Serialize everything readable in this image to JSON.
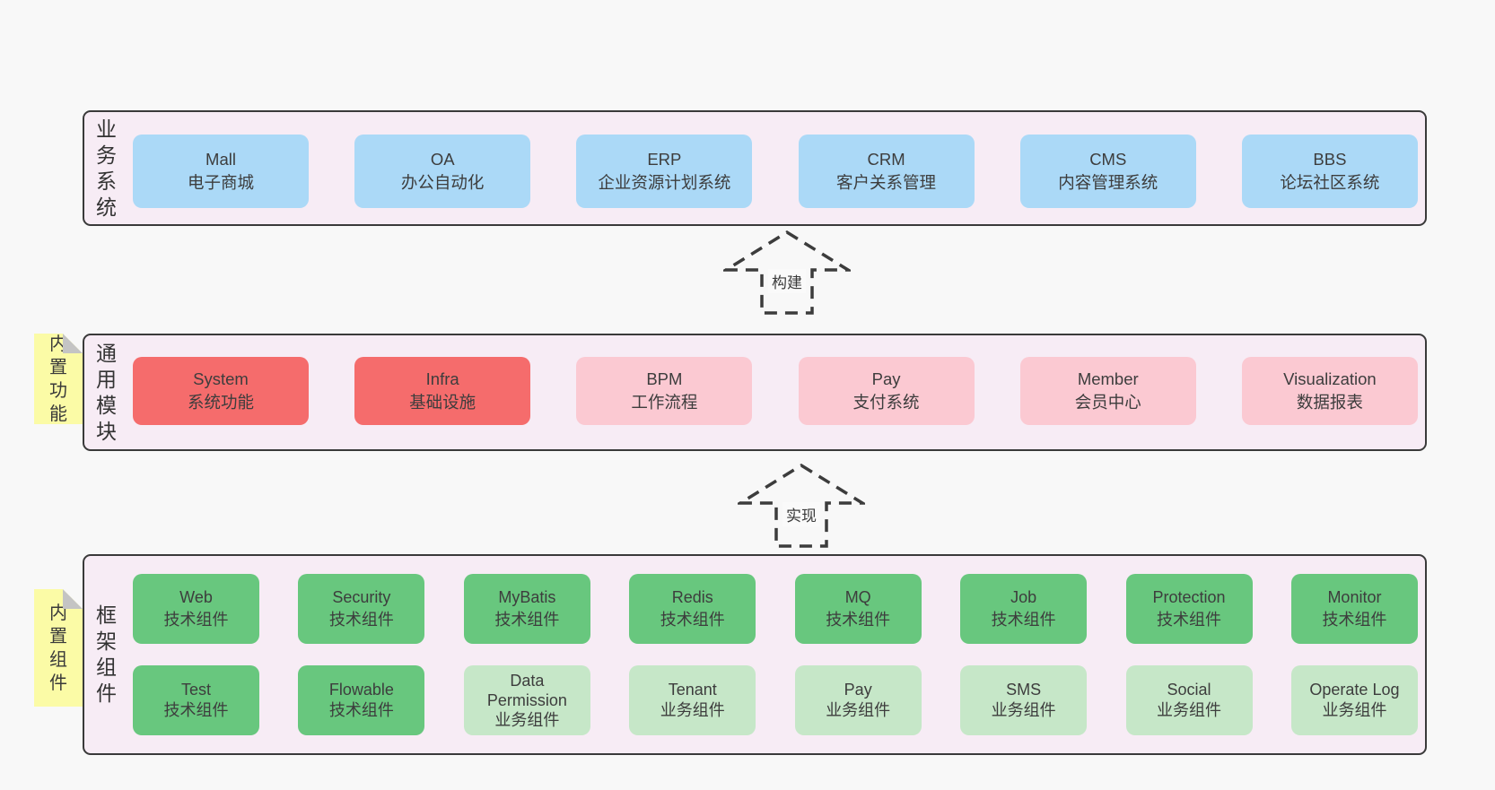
{
  "colors": {
    "page_bg": "#f8f8f8",
    "band_bg": "#f7ecf5",
    "band_border": "#3a3a3a",
    "blue_box": "#abd9f7",
    "red_box": "#f56c6c",
    "pink_box": "#fbc9d2",
    "green_box": "#68c77e",
    "light_green_box": "#c6e7c8",
    "note_yellow": "#fbfba6",
    "note_fold_gray": "#c4c4c4",
    "text": "#3d3d3d"
  },
  "bands": [
    {
      "label": "业务系统",
      "boxes": [
        {
          "title": "Mall",
          "subtitle": "电子商城"
        },
        {
          "title": "OA",
          "subtitle": "办公自动化"
        },
        {
          "title": "ERP",
          "subtitle": "企业资源计划系统"
        },
        {
          "title": "CRM",
          "subtitle": "客户关系管理"
        },
        {
          "title": "CMS",
          "subtitle": "内容管理系统"
        },
        {
          "title": "BBS",
          "subtitle": "论坛社区系统"
        }
      ]
    },
    {
      "label": "通用模块",
      "note": "内置功能",
      "boxes": [
        {
          "title": "System",
          "subtitle": "系统功能"
        },
        {
          "title": "Infra",
          "subtitle": "基础设施"
        },
        {
          "title": "BPM",
          "subtitle": "工作流程"
        },
        {
          "title": "Pay",
          "subtitle": "支付系统"
        },
        {
          "title": "Member",
          "subtitle": "会员中心"
        },
        {
          "title": "Visualization",
          "subtitle": "数据报表"
        }
      ]
    },
    {
      "label": "框架组件",
      "note": "内置组件",
      "rows": [
        [
          {
            "title": "Web",
            "subtitle": "技术组件"
          },
          {
            "title": "Security",
            "subtitle": "技术组件"
          },
          {
            "title": "MyBatis",
            "subtitle": "技术组件"
          },
          {
            "title": "Redis",
            "subtitle": "技术组件"
          },
          {
            "title": "MQ",
            "subtitle": "技术组件"
          },
          {
            "title": "Job",
            "subtitle": "技术组件"
          },
          {
            "title": "Protection",
            "subtitle": "技术组件"
          },
          {
            "title": "Monitor",
            "subtitle": "技术组件"
          }
        ],
        [
          {
            "title": "Test",
            "subtitle": "技术组件"
          },
          {
            "title": "Flowable",
            "subtitle": "技术组件"
          },
          {
            "title": "Data Permission",
            "subtitle": "业务组件"
          },
          {
            "title": "Tenant",
            "subtitle": "业务组件"
          },
          {
            "title": "Pay",
            "subtitle": "业务组件"
          },
          {
            "title": "SMS",
            "subtitle": "业务组件"
          },
          {
            "title": "Social",
            "subtitle": "业务组件"
          },
          {
            "title": "Operate Log",
            "subtitle": "业务组件"
          }
        ]
      ]
    }
  ],
  "arrows": [
    {
      "label": "构建"
    },
    {
      "label": "实现"
    }
  ]
}
